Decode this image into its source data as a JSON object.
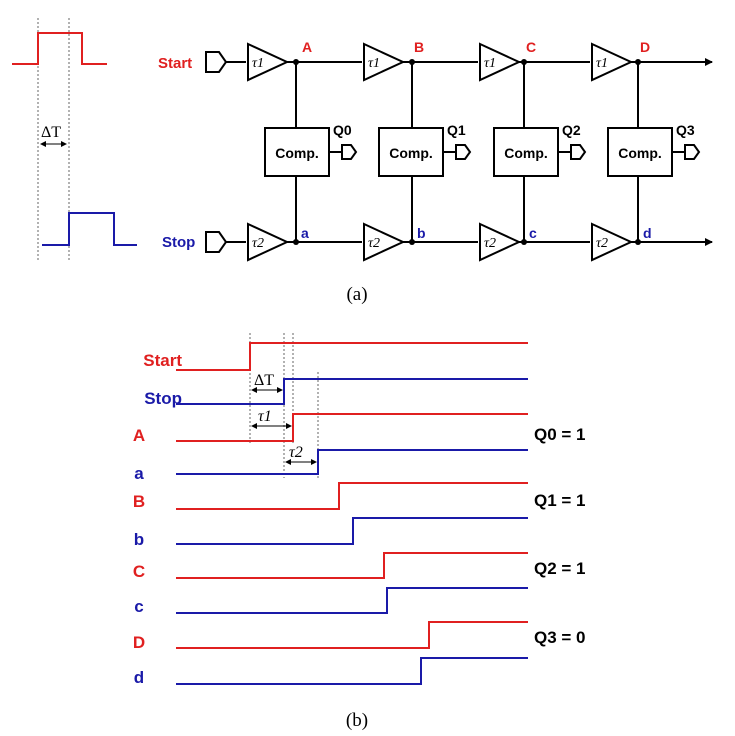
{
  "colors": {
    "start": "#e02020",
    "stop": "#1a1aa8",
    "wire": "#000000"
  },
  "part_a": {
    "caption": "(a)",
    "delta_t_label": "ΔT",
    "start_label": "Start",
    "stop_label": "Stop",
    "start_delay_label": "τ1",
    "stop_delay_label": "τ2",
    "comparator_label": "Comp.",
    "top_nodes": [
      "A",
      "B",
      "C",
      "D"
    ],
    "bottom_nodes": [
      "a",
      "b",
      "c",
      "d"
    ],
    "outputs": [
      "Q0",
      "Q1",
      "Q2",
      "Q3"
    ]
  },
  "part_b": {
    "caption": "(b)",
    "signal_labels": [
      "Start",
      "Stop",
      "A",
      "a",
      "B",
      "b",
      "C",
      "c",
      "D",
      "d"
    ],
    "interval_labels": [
      "ΔT",
      "τ1",
      "τ2"
    ],
    "results": [
      "Q0 = 1",
      "Q1 = 1",
      "Q2 = 1",
      "Q3 = 0"
    ]
  }
}
